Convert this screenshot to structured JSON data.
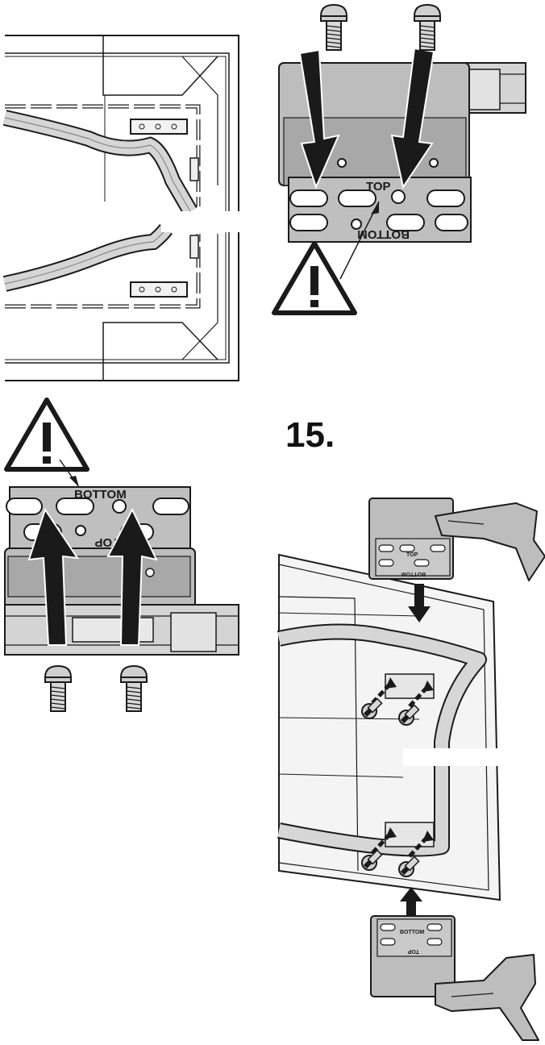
{
  "step": {
    "number": "15."
  },
  "hinge_labels": {
    "top": "TOP",
    "bottom": "BOTTOM"
  },
  "warning": {
    "mark": "!"
  },
  "colors": {
    "plate": "#bfbfbf",
    "plate_dark": "#9a9a9a",
    "arrow": "#1a1a1a",
    "line": "#1a1a1a",
    "background": "#ffffff"
  },
  "icons": {
    "warning": "warning-triangle-icon",
    "screw": "screw-icon",
    "arrow": "arrow-icon"
  }
}
